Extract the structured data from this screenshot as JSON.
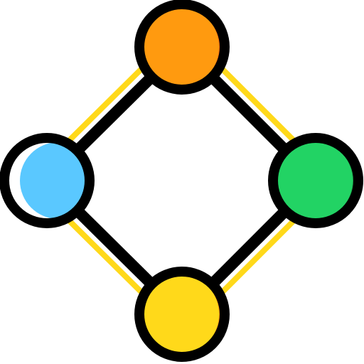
{
  "icon": {
    "name": "network-diagram-icon",
    "outline_color": "#000000",
    "edge_highlight_color": "#FFD91A",
    "nodes": [
      {
        "name": "top-node",
        "fill": "#FF9A0F",
        "shade": "#FF6F0F",
        "highlight": ""
      },
      {
        "name": "left-node",
        "fill": "#5AC8FF",
        "shade": "",
        "highlight": "#FFFFFF"
      },
      {
        "name": "right-node",
        "fill": "#22D364",
        "shade": "#1CA34A",
        "highlight": ""
      },
      {
        "name": "bottom-node",
        "fill": "#FFD91A",
        "shade": "#FF9A0F",
        "highlight": ""
      }
    ]
  }
}
